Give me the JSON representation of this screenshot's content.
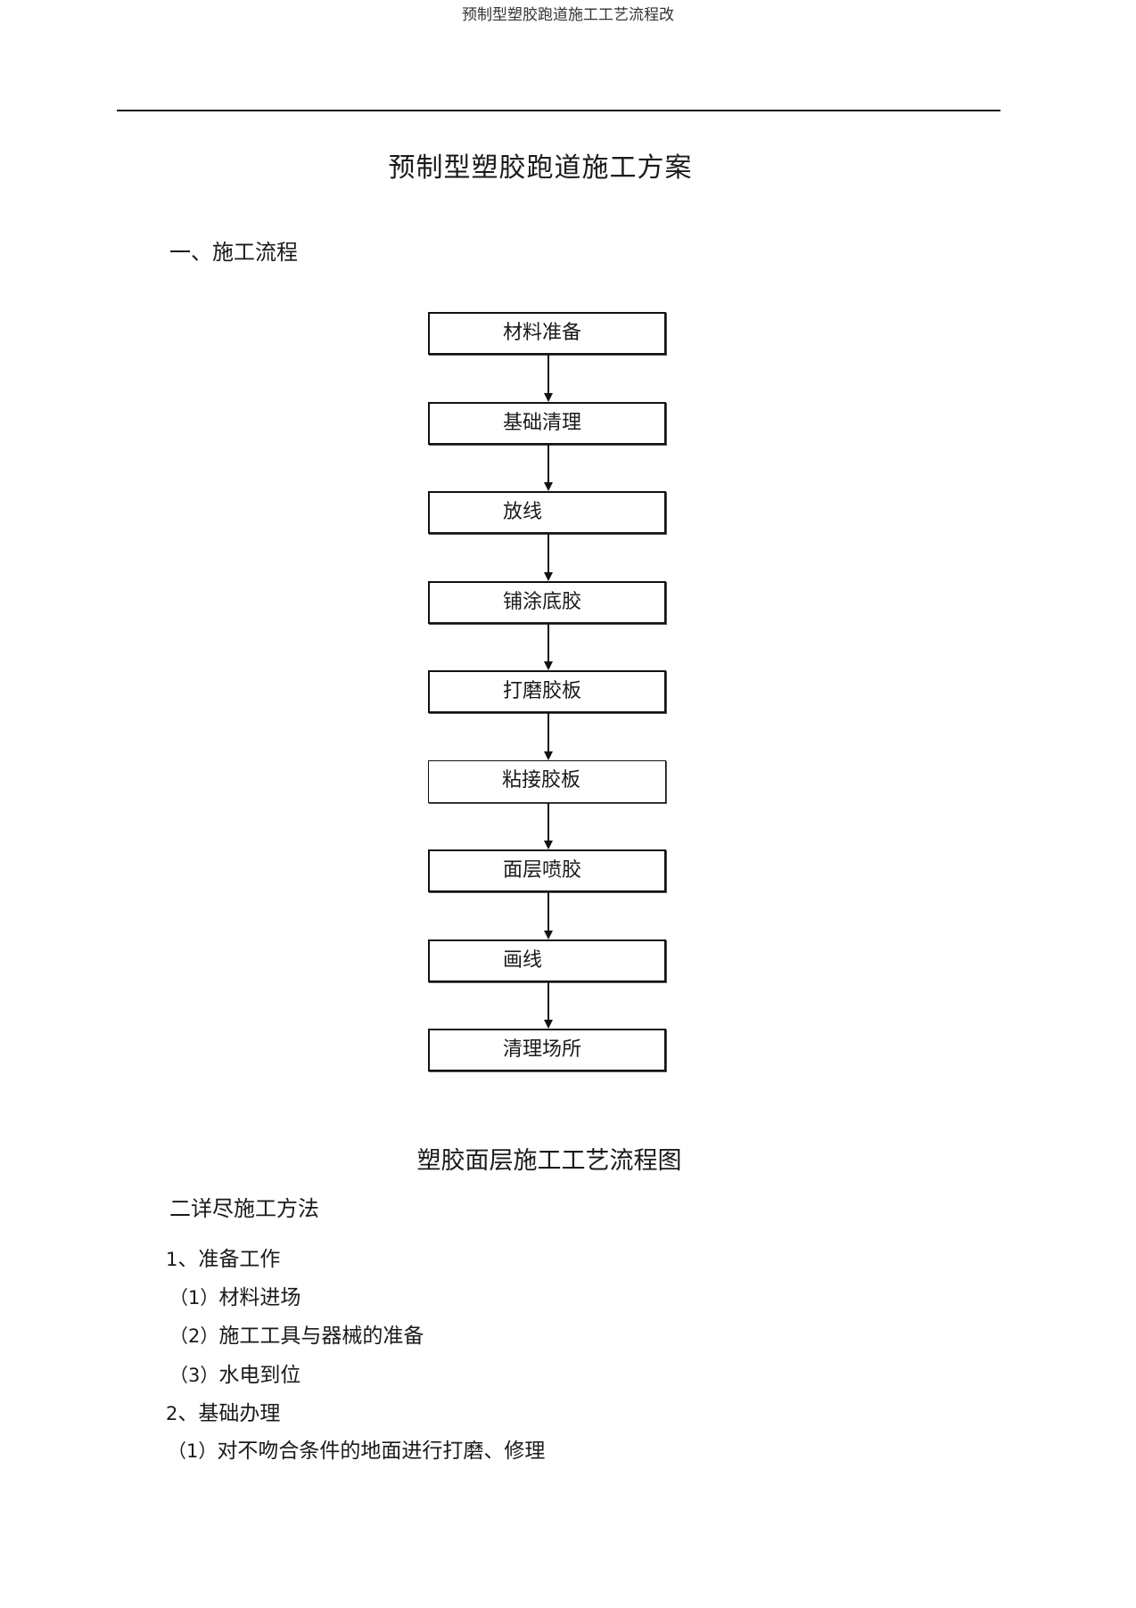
{
  "running_header": "预制型塑胶跑道施工工艺流程改",
  "title": "预制型塑胶跑道施工方案",
  "section1": "一、施工流程",
  "flow": [
    "材料准备",
    "基础清理",
    "放线",
    "铺涂底胶",
    "打磨胶板",
    "粘接胶板",
    "面层喷胶",
    "画线",
    "清理场所"
  ],
  "flow_caption": "塑胶面层施工工艺流程图",
  "section2": "二详尽施工方法",
  "items": [
    {
      "num": "1",
      "text": "、准备工作"
    },
    {
      "num": "（1）",
      "text": "材料进场"
    },
    {
      "num": "（2）",
      "text": "施工工具与器械的准备"
    },
    {
      "num": "（3）",
      "text": "水电到位"
    },
    {
      "num": "2",
      "text": "、基础办理"
    },
    {
      "num": "（1）",
      "text": "对不吻合条件的地面进行打磨、修理"
    }
  ]
}
